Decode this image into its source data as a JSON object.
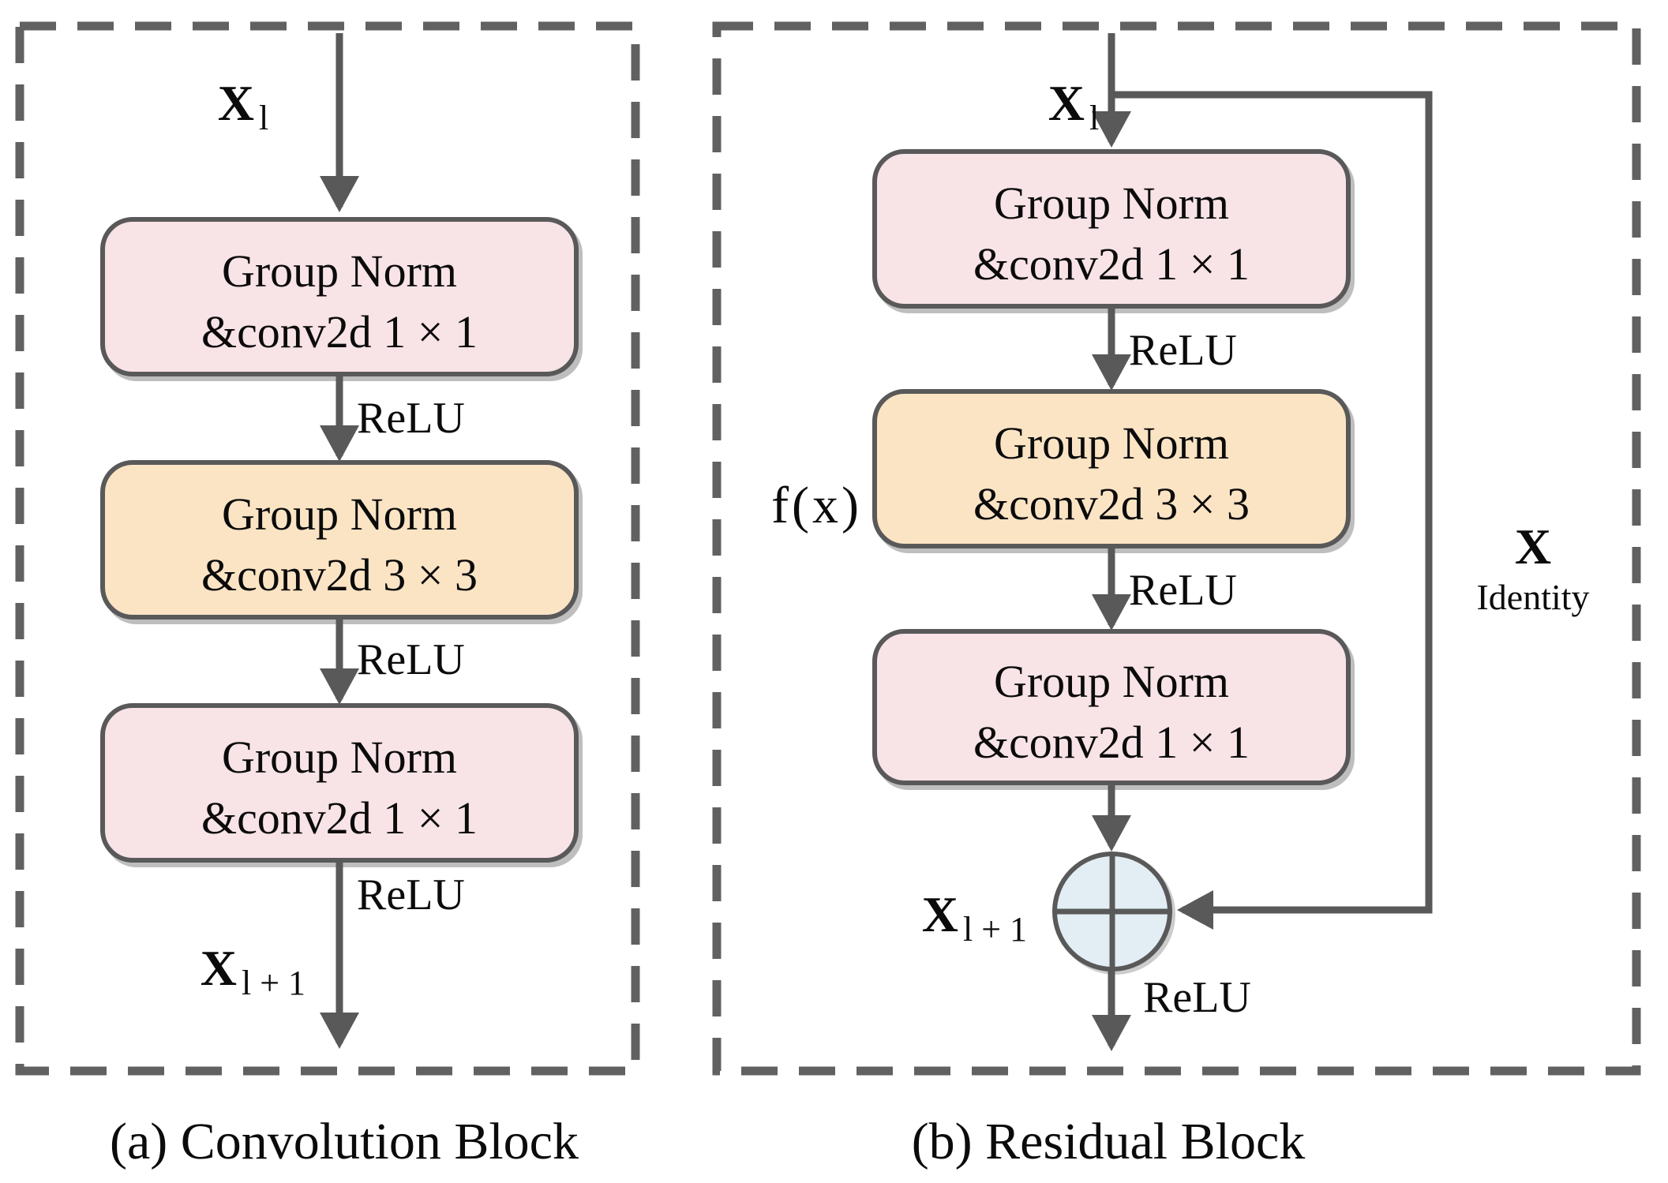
{
  "colors": {
    "box_pink": "#f8e3e7",
    "box_orange": "#fbe4c4",
    "circle_blue": "#e2eef4",
    "line_gray": "#595959"
  },
  "panels": [
    {
      "caption": "(a) Convolution Block",
      "input": {
        "main": "X",
        "sub": "l"
      },
      "output": {
        "main": "X",
        "sub": "l + 1"
      },
      "relu1": "ReLU",
      "relu2": "ReLU",
      "relu3": "ReLU",
      "boxes": [
        {
          "line1": "Group Norm",
          "line2": "&conv2d 1 × 1"
        },
        {
          "line1": "Group Norm",
          "line2": "&conv2d 3 × 3"
        },
        {
          "line1": "Group Norm",
          "line2": "&conv2d 1 × 1"
        }
      ]
    },
    {
      "caption": "(b) Residual Block",
      "input": {
        "main": "X",
        "sub": "l"
      },
      "output": {
        "main": "X",
        "sub": "l + 1"
      },
      "relu1": "ReLU",
      "relu2": "ReLU",
      "relu3": "ReLU",
      "fx": "f(x)",
      "identity": {
        "main": "X",
        "label": "Identity"
      },
      "boxes": [
        {
          "line1": "Group Norm",
          "line2": "&conv2d 1 × 1"
        },
        {
          "line1": "Group Norm",
          "line2": "&conv2d 3 × 3"
        },
        {
          "line1": "Group Norm",
          "line2": "&conv2d 1 × 1"
        }
      ]
    }
  ]
}
